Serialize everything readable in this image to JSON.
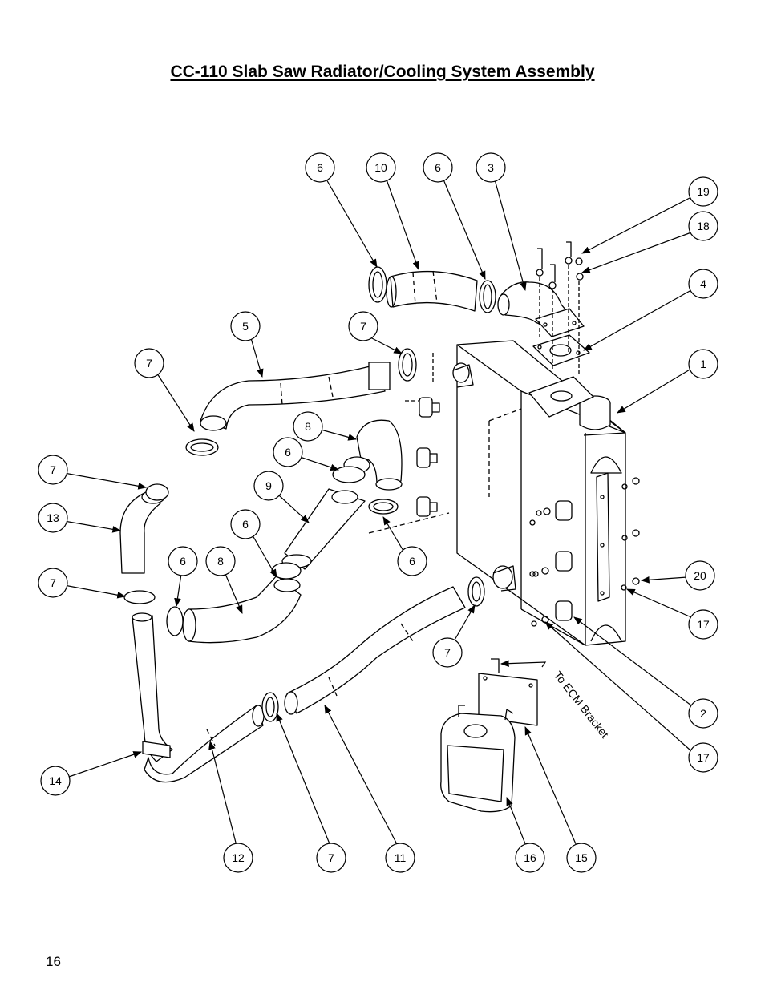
{
  "title": "CC-110 Slab Saw Radiator/Cooling System Assembly",
  "page_number": "16",
  "note_label": "To ECM Bracket",
  "callouts": [
    {
      "id": "c-6a",
      "label": "6"
    },
    {
      "id": "c-10",
      "label": "10"
    },
    {
      "id": "c-6b",
      "label": "6"
    },
    {
      "id": "c-3",
      "label": "3"
    },
    {
      "id": "c-19",
      "label": "19"
    },
    {
      "id": "c-18",
      "label": "18"
    },
    {
      "id": "c-4",
      "label": "4"
    },
    {
      "id": "c-5",
      "label": "5"
    },
    {
      "id": "c-7a",
      "label": "7"
    },
    {
      "id": "c-7b",
      "label": "7"
    },
    {
      "id": "c-1",
      "label": "1"
    },
    {
      "id": "c-8a",
      "label": "8"
    },
    {
      "id": "c-6c",
      "label": "6"
    },
    {
      "id": "c-7c",
      "label": "7"
    },
    {
      "id": "c-9",
      "label": "9"
    },
    {
      "id": "c-13",
      "label": "13"
    },
    {
      "id": "c-6d",
      "label": "6"
    },
    {
      "id": "c-6e",
      "label": "6"
    },
    {
      "id": "c-6f",
      "label": "6"
    },
    {
      "id": "c-8b",
      "label": "8"
    },
    {
      "id": "c-7d",
      "label": "7"
    },
    {
      "id": "c-20",
      "label": "20"
    },
    {
      "id": "c-17a",
      "label": "17"
    },
    {
      "id": "c-7e",
      "label": "7"
    },
    {
      "id": "c-2",
      "label": "2"
    },
    {
      "id": "c-17b",
      "label": "17"
    },
    {
      "id": "c-14",
      "label": "14"
    },
    {
      "id": "c-12",
      "label": "12"
    },
    {
      "id": "c-7f",
      "label": "7"
    },
    {
      "id": "c-11",
      "label": "11"
    },
    {
      "id": "c-16",
      "label": "16"
    },
    {
      "id": "c-15",
      "label": "15"
    }
  ]
}
